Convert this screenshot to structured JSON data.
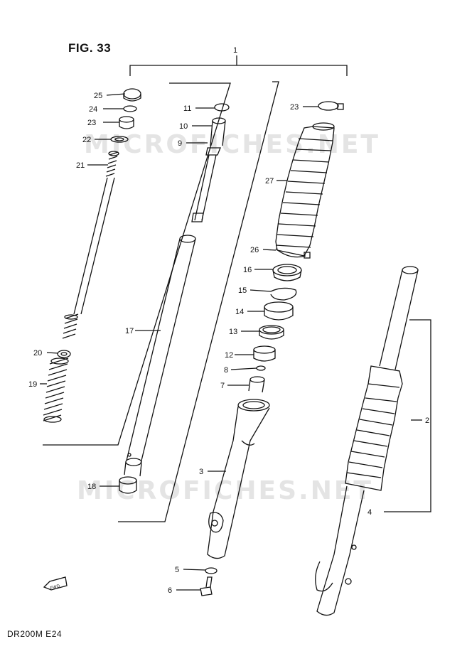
{
  "figure": {
    "title": "FIG. 33",
    "model_code": "DR200M E24"
  },
  "watermark": "MICROFICHES.NET",
  "fwd_label": "FWD",
  "callouts": [
    {
      "id": "1",
      "label": "1"
    },
    {
      "id": "2",
      "label": "2"
    },
    {
      "id": "3",
      "label": "3"
    },
    {
      "id": "4",
      "label": "4"
    },
    {
      "id": "5",
      "label": "5"
    },
    {
      "id": "6",
      "label": "6"
    },
    {
      "id": "7",
      "label": "7"
    },
    {
      "id": "8",
      "label": "8"
    },
    {
      "id": "9",
      "label": "9"
    },
    {
      "id": "10",
      "label": "10"
    },
    {
      "id": "11",
      "label": "11"
    },
    {
      "id": "12",
      "label": "12"
    },
    {
      "id": "13",
      "label": "13"
    },
    {
      "id": "14",
      "label": "14"
    },
    {
      "id": "15",
      "label": "15"
    },
    {
      "id": "16",
      "label": "16"
    },
    {
      "id": "17",
      "label": "17"
    },
    {
      "id": "18",
      "label": "18"
    },
    {
      "id": "19",
      "label": "19"
    },
    {
      "id": "20",
      "label": "20"
    },
    {
      "id": "21",
      "label": "21"
    },
    {
      "id": "22",
      "label": "22"
    },
    {
      "id": "23a",
      "label": "23"
    },
    {
      "id": "23b",
      "label": "23"
    },
    {
      "id": "24",
      "label": "24"
    },
    {
      "id": "25",
      "label": "25"
    },
    {
      "id": "26",
      "label": "26"
    },
    {
      "id": "27",
      "label": "27"
    }
  ]
}
